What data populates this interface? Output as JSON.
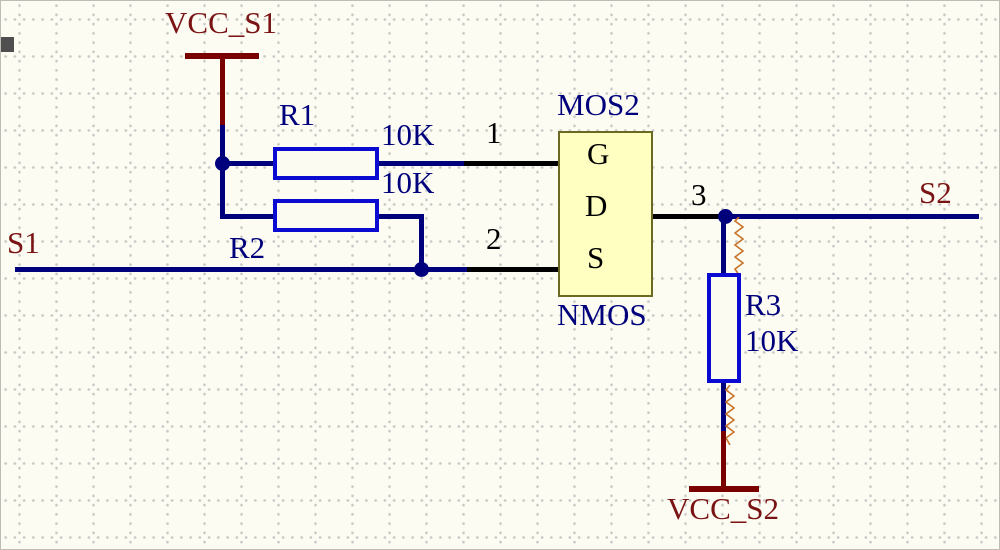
{
  "schematic": {
    "power_ports": {
      "vcc_s1": "VCC_S1",
      "vcc_s2": "VCC_S2"
    },
    "net_labels": {
      "s1": "S1",
      "s2": "S2"
    },
    "components": {
      "r1": {
        "designator": "R1",
        "value": "10K"
      },
      "r2": {
        "designator": "R2",
        "value": "10K"
      },
      "r3": {
        "designator": "R3",
        "value": "10K"
      },
      "mos2": {
        "designator": "MOS2",
        "part_type": "NMOS",
        "pins": {
          "g": "G",
          "d": "D",
          "s": "S",
          "n1": "1",
          "n2": "2",
          "n3": "3"
        }
      }
    },
    "colors": {
      "wire": "#00007D",
      "pin": "#000000",
      "resistor_outline": "#0A0AD0",
      "power": "#7A0000",
      "net_label_text": "#7A1414",
      "designator_text": "#00007D",
      "component_fill": "#FFFFC2",
      "erc_squiggle": "#C8732A",
      "background": "#FCFCF2",
      "grid_dot": "#C9C9C9"
    }
  }
}
